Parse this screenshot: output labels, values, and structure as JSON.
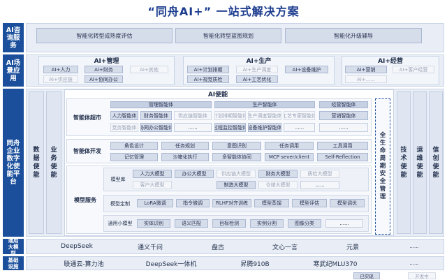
{
  "title": "“同舟AI+” 一站式解决方案",
  "layers": {
    "consulting": {
      "label": "AI咨询服务",
      "items": [
        "智能化转型成熟度评估",
        "智能化转型蓝图规划",
        "智能化升级辅导"
      ]
    },
    "scenario": {
      "label": "AI场景应用",
      "groups": [
        {
          "title": "AI+管理",
          "items": [
            "AI+人力",
            "AI+财务",
            "AI+其他",
            "AI+供应链",
            "AI+协同办公"
          ]
        },
        {
          "title": "AI+生产",
          "items": [
            "AI+计划排期",
            "AI+生产调度",
            "AI+设备维护",
            "AI+视觉质检",
            "AI+工艺优化"
          ]
        },
        {
          "title": "AI+经营",
          "items": [
            "AI+营销",
            "AI+客户经营",
            "AI+......"
          ]
        }
      ]
    },
    "platform": {
      "label": "同舟企业数字化使能平台",
      "left_cols": [
        "数据使能",
        "业务使能"
      ],
      "right_cols": [
        "技术使能",
        "运维使能",
        "信创使能"
      ],
      "security": "全生命周期安全管理",
      "ai_title": "AI使能",
      "super": {
        "label": "智能体超市",
        "groups": [
          {
            "title": "管理智能体",
            "items": [
              "人力智能体",
              "财务智能体",
              "供应链智能体",
              "党务智能体",
              "协同办公智能体",
              "......"
            ]
          },
          {
            "title": "生产智能体",
            "items": [
              "计划排期智能体",
              "生产调度智能体",
              "工艺专家智能体",
              "过程监控智能体",
              "设备维护智能体",
              "......"
            ]
          },
          {
            "title": "经营智能体",
            "items": [
              "营销智能体",
              "......"
            ]
          }
        ]
      },
      "dev": {
        "label": "智能体开发",
        "row1": [
          "角色设计",
          "任务规划",
          "意图识别",
          "任务调用",
          "工具调用"
        ],
        "row2": [
          "记忆管理",
          "沙箱化执行",
          "多智能体协同",
          "MCP sever/client",
          "Self-Reflection"
        ]
      },
      "model": {
        "label": "模型服务",
        "lib_label": "模型库",
        "lib_row1": [
          "人力大模型",
          "办公大模型",
          "供应链大模型",
          "财务大模型",
          "质检大模型"
        ],
        "lib_row2": [
          "客户大模型",
          "制造大模型",
          "仓储大模型",
          "......"
        ],
        "custom_label": "模型定制",
        "custom_items": [
          "LoRA微调",
          "指令微调",
          "RLHF对齐训练",
          "模型蒸馏",
          "模型评估",
          "模型调优"
        ],
        "small_label": "通用小模型",
        "small_items": [
          "实体识别",
          "语义匹配",
          "目标检测",
          "实例分割",
          "图像分类",
          "......"
        ]
      }
    },
    "general_model": {
      "label": "通用大模型",
      "items": [
        "DeepSeek",
        "通义千问",
        "盘古",
        "文心一言",
        "元景",
        "......"
      ]
    },
    "infra": {
      "label": "基础设施",
      "items": [
        "联通云-算力池",
        "DeepSeek一体机",
        "昇腾910B",
        "寒武纪MLU370",
        "......"
      ]
    }
  },
  "legend": {
    "done": "已实现",
    "planned": "开发中"
  }
}
